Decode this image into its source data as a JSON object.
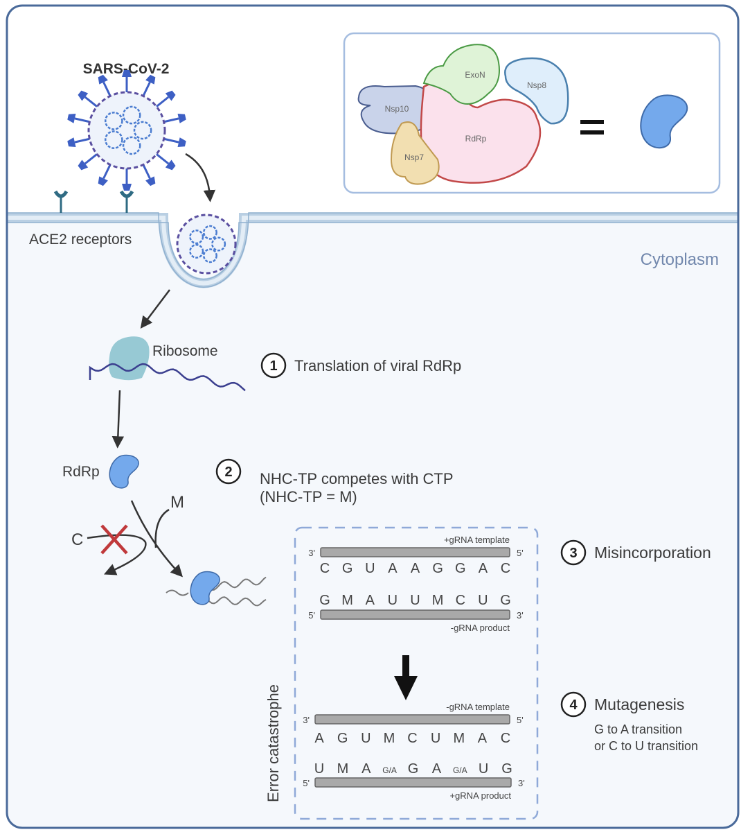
{
  "virus": {
    "title": "SARS-CoV-2"
  },
  "membrane": {
    "receptor_label": "ACE2 receptors",
    "compartment_label": "Cytoplasm"
  },
  "complex": {
    "subunits": [
      "ExoN",
      "Nsp8",
      "Nsp10",
      "RdRp",
      "Nsp7"
    ],
    "equals": "="
  },
  "flow": {
    "ribosome_label": "Ribosome",
    "rdrp_label": "RdRp",
    "c_label": "C",
    "m_label": "M"
  },
  "steps": [
    {
      "number": "1",
      "title": "Translation of viral RdRp"
    },
    {
      "number": "2",
      "title": "NHC-TP competes with CTP",
      "subtitle": "(NHC-TP = M)"
    },
    {
      "number": "3",
      "title": "Misincorporation"
    },
    {
      "number": "4",
      "title": "Mutagenesis",
      "details": [
        "G to A transition",
        "or C to U transition"
      ]
    }
  ],
  "error_box": {
    "side_label": "Error catastrophe",
    "strands": [
      {
        "label": "+gRNA template",
        "left_end": "3'",
        "right_end": "5'",
        "bases": [
          "C",
          "G",
          "U",
          "A",
          "A",
          "G",
          "G",
          "A",
          "C"
        ]
      },
      {
        "label": "-gRNA product",
        "left_end": "5'",
        "right_end": "3'",
        "bases": [
          "G",
          "M",
          "A",
          "U",
          "U",
          "M",
          "C",
          "U",
          "G"
        ]
      },
      {
        "label": "-gRNA template",
        "left_end": "3'",
        "right_end": "5'",
        "bases": [
          "A",
          "G",
          "U",
          "M",
          "C",
          "U",
          "M",
          "A",
          "C"
        ]
      },
      {
        "label": "+gRNA product",
        "left_end": "5'",
        "right_end": "3'",
        "bases": [
          "U",
          "M",
          "A",
          "G/A",
          "G",
          "A",
          "G/A",
          "U",
          "G"
        ]
      }
    ]
  },
  "colors": {
    "frame": "#4a6a9a",
    "cytoplasm": "#f5f8fc",
    "membrane": "#b9cfe3",
    "rdrp_blue": "#74a9ec",
    "spike_blue": "#3d5fc4",
    "cross_red": "#c0393b",
    "dashed_box": "#8fa9d8",
    "strand_gray": "#a9a9a9"
  }
}
